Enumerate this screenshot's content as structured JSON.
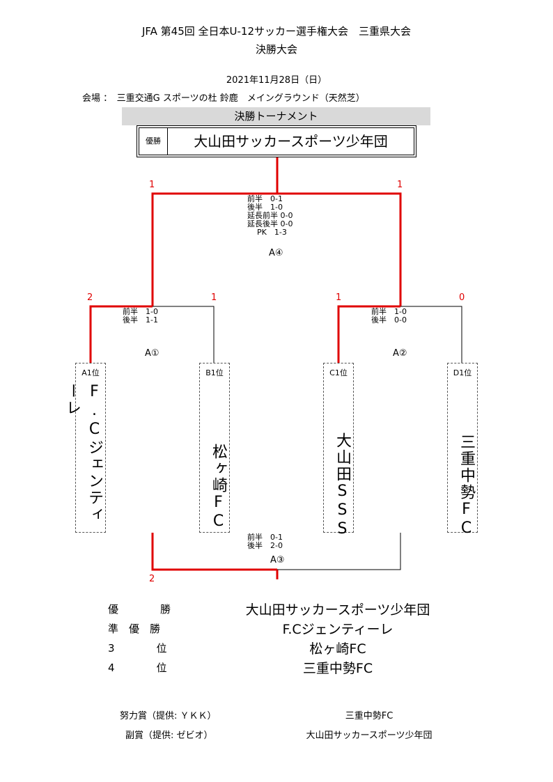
{
  "header": {
    "title_line1": "JFA 第45回 全日本U-12サッカー選手権大会　三重県大会",
    "title_line2": "決勝大会",
    "date": "2021年11月28日（日）",
    "venue": "会場 ：　三重交通G スポーツの杜 鈴鹿　メイングラウンド（天然芝）"
  },
  "bracket": {
    "banner": "決勝トーナメント",
    "champion_label": "優勝",
    "champion_name": "大山田サッカースポーツ少年団",
    "final": {
      "left_score": "1",
      "right_score": "1",
      "details": [
        "前半　0-1",
        "後半　1-0",
        "延長前半 0-0",
        "延長後半 0-0",
        "PK　1-3"
      ],
      "match_label": "A④"
    },
    "semi_left": {
      "left_score": "2",
      "right_score": "1",
      "details": [
        "前半　1-0",
        "後半　1-1"
      ],
      "match_label": "A①"
    },
    "semi_right": {
      "left_score": "1",
      "right_score": "0",
      "details": [
        "前半　1-0",
        "後半　0-0"
      ],
      "match_label": "A②"
    },
    "third_place": {
      "details": [
        "前半　0-1",
        "後半　2-0"
      ],
      "match_label": "A③",
      "left_score": "2"
    },
    "teams": [
      {
        "seed": "A1位",
        "name": "F.Cジェンティーレ"
      },
      {
        "seed": "B1位",
        "name": "松ヶ崎FC"
      },
      {
        "seed": "C1位",
        "name": "大山田SSS"
      },
      {
        "seed": "D1位",
        "name": "三重中勢FC"
      }
    ]
  },
  "results": [
    {
      "rank": "優　　　　勝",
      "name": "大山田サッカースポーツ少年団"
    },
    {
      "rank": "準　優　勝",
      "name": "F.Cジェンティーレ"
    },
    {
      "rank": "3　　　　位",
      "name": "松ヶ崎FC"
    },
    {
      "rank": "4　　　　位",
      "name": "三重中勢FC"
    }
  ],
  "awards": [
    {
      "label": "努力賞（提供: ＹＫＫ）",
      "name": "三重中勢FC"
    },
    {
      "label": "副賞（提供: ゼビオ）",
      "name": "大山田サッカースポーツ少年団"
    }
  ],
  "colors": {
    "winner_line": "#e00000",
    "line": "#000000",
    "banner_bg": "#d9d9d9"
  }
}
